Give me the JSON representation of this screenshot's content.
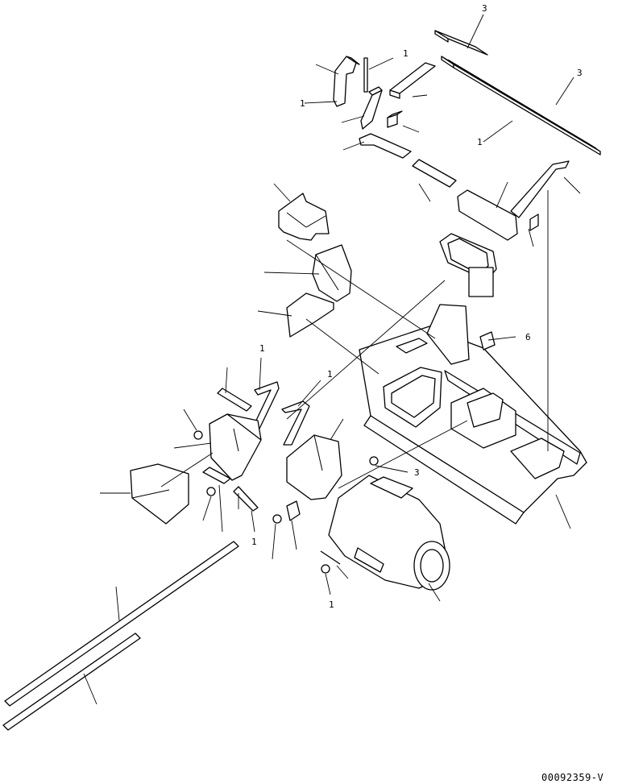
{
  "drawing": {
    "code": "00092359-V",
    "callouts": {
      "c1": "3",
      "c2": "1",
      "c3": "3",
      "c4": "1",
      "c5": "1",
      "c6": "1",
      "c7": "1",
      "c8": "6",
      "c9": "1",
      "c10": "1",
      "c11": "3"
    }
  }
}
